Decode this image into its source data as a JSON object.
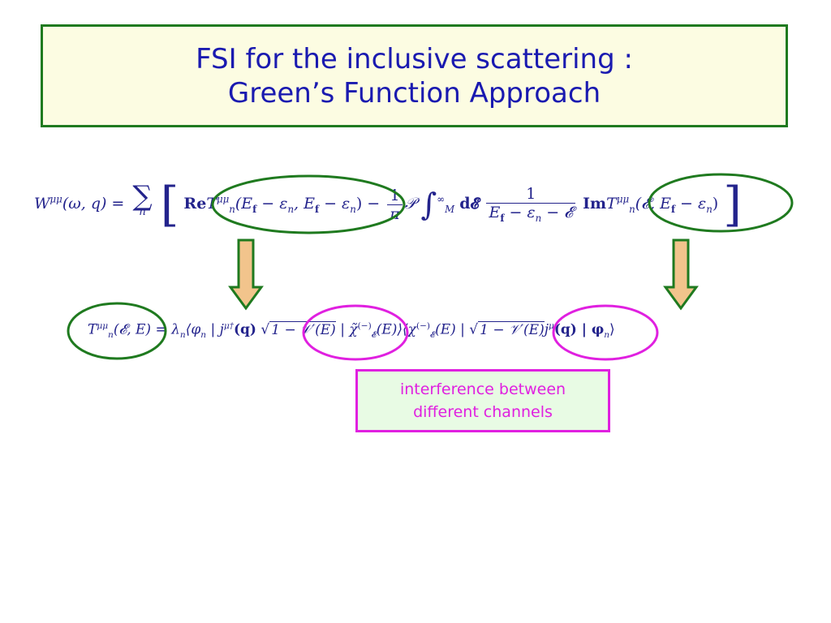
{
  "title": {
    "line1": "FSI for the inclusive scattering :",
    "line2": "Green’s Function Approach"
  },
  "equation1": {
    "lhs": "W",
    "lhs_sup": "μμ",
    "lhs_args": "(ω, q) =",
    "sum": "∑",
    "sum_index": "n",
    "re": "Re",
    "term1": "T",
    "term1_sup": "μμ",
    "term1_sub": "n",
    "term1_args": "(E",
    "term1_f": "f",
    "term1_mid": " − ε",
    "term1_n": "n",
    "term1_comma": ", E",
    "term1_f2": "f",
    "term1_tail": " − ε",
    "term1_n2": "n",
    "term1_close": ")",
    "minus": "−",
    "frac1_num": "1",
    "frac1_den": "π",
    "P": "𝒫",
    "integral": "∫",
    "int_upper": "∞",
    "int_lower": "M",
    "dE": "d𝓔",
    "frac2_num": "1",
    "frac2_den_a": "E",
    "frac2_den_f": "f",
    "frac2_den_b": " − ε",
    "frac2_den_n": "n",
    "frac2_den_c": " − 𝓔",
    "im": "Im",
    "term2": "T",
    "term2_sup": "μμ",
    "term2_sub": "n",
    "term2_args": "(𝓔, E",
    "term2_f": "f",
    "term2_tail": " − ε",
    "term2_n": "n",
    "term2_close": ")"
  },
  "equation2": {
    "lhs": "T",
    "lhs_sup": "μμ",
    "lhs_sub": "n",
    "lhs_args": "(𝓔, E) = λ",
    "lambda_sub": "n",
    "bra": "⟨φ",
    "bra_sub": "n",
    "j1": " | j",
    "j1_sup": "μ†",
    "q1": "(q)",
    "sqrt1": "√",
    "sqrt1_body": "1 − 𝒱′(E)",
    "chi1": " | χ̃",
    "chi1_sup": "(−)",
    "chi1_sub": "𝓔",
    "chi1_args": "(E)⟩⟨χ",
    "chi2_sup": "(−)",
    "chi2_sub": "𝓔",
    "chi2_args": "(E) | ",
    "sqrt2": "√",
    "sqrt2_body": "1 − 𝒱′(E)",
    "j2": "j",
    "j2_sup": "μ",
    "q2": "(q) | φ",
    "ket_sub": "n",
    "ket": "⟩"
  },
  "note": {
    "line1": "interference between",
    "line2": "different channels"
  },
  "colors": {
    "green": "#1f7a1f",
    "magenta": "#e020e0",
    "arrow_fill": "#f2c48c",
    "title_text": "#1a1ab0",
    "title_bg": "#fcfce2",
    "note_bg": "#e8fbe4"
  }
}
